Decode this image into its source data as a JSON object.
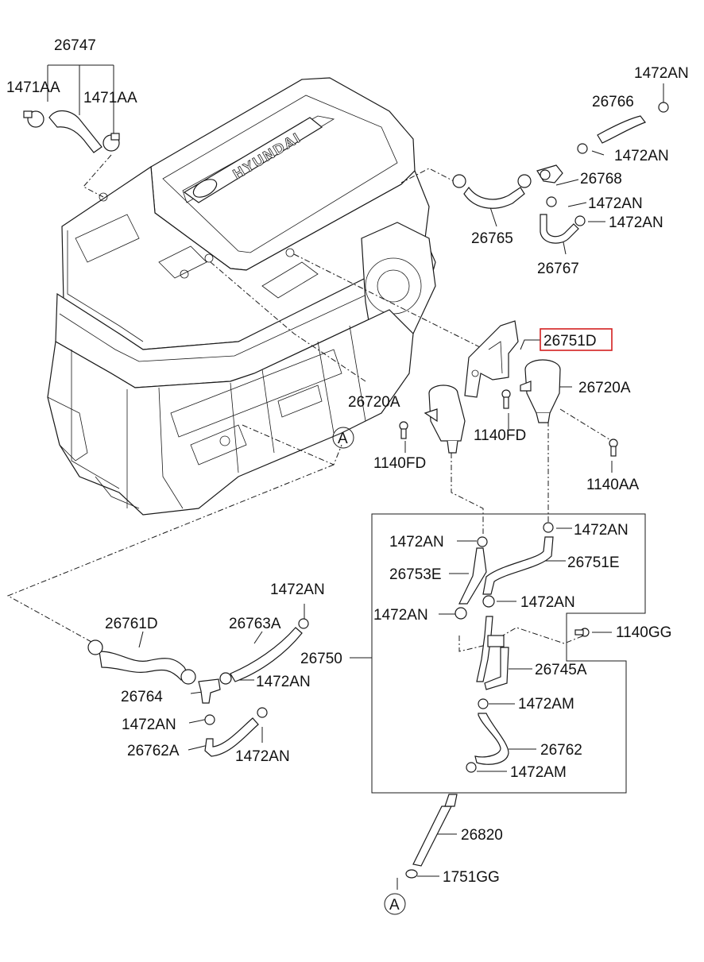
{
  "engine": {
    "brand_text": "HYUNDAI"
  },
  "labels": {
    "p26747": "26747",
    "p1471AA_left": "1471AA",
    "p1471AA_right": "1471AA",
    "p1472AN_tr": "1472AN",
    "p26766": "26766",
    "p1472AN_r1": "1472AN",
    "p26768": "26768",
    "p1472AN_r2": "1472AN",
    "p1472AN_r3": "1472AN",
    "p26765": "26765",
    "p26767": "26767",
    "p26751D": "26751D",
    "p26720A_right": "26720A",
    "p26720A_left": "26720A",
    "p1140FD_mid": "1140FD",
    "p1140FD_left": "1140FD",
    "p1140AA": "1140AA",
    "ref_A_top": "A",
    "p1472AN_b1": "1472AN",
    "p1472AN_b2": "1472AN",
    "p26753E": "26753E",
    "p26751E": "26751E",
    "p1472AN_b3": "1472AN",
    "p1472AN_b4": "1472AN",
    "p1140GG": "1140GG",
    "p26750": "26750",
    "p26745A": "26745A",
    "p1472AM_1": "1472AM",
    "p26762": "26762",
    "p1472AM_2": "1472AM",
    "p26820": "26820",
    "p1751GG": "1751GG",
    "ref_A_bottom": "A",
    "p1472AN_l1": "1472AN",
    "p26761D": "26761D",
    "p26763A": "26763A",
    "p1472AN_l2": "1472AN",
    "p26764": "26764",
    "p1472AN_l3": "1472AN",
    "p26762A": "26762A",
    "p1472AN_l4": "1472AN"
  },
  "highlight": {
    "part": "26751D",
    "color": "#d42020"
  }
}
